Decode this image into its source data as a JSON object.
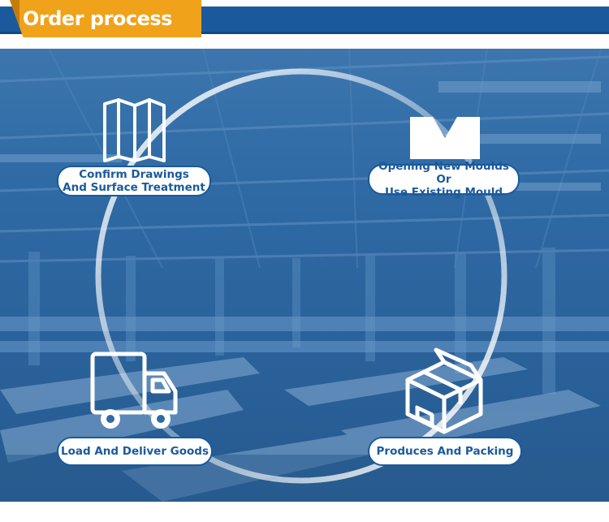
{
  "header": {
    "title": "Order process"
  },
  "steps": [
    {
      "line1": "Confirm Drawings",
      "line2": "And Surface Treatment"
    },
    {
      "line1": "Opening New Moulds Or",
      "line2": "Use Existing Mould"
    },
    {
      "line1": "Produces And Packing"
    },
    {
      "line1": "Load And Deliver Goods"
    }
  ],
  "colors": {
    "brand_blue": "#1a5a9c",
    "accent_orange": "#f0a21a"
  },
  "icons": [
    "folded-drawings-icon",
    "mould-icon",
    "box-icon",
    "delivery-truck-icon"
  ]
}
